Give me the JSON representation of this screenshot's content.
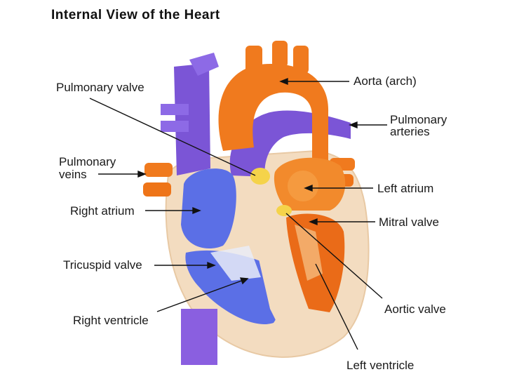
{
  "title": "Internal View of the Heart",
  "labels": {
    "pulmonary_valve": "Pulmonary valve",
    "aorta_arch": "Aorta (arch)",
    "pulmonary_arteries_1": "Pulmonary",
    "pulmonary_arteries_2": "arteries",
    "pulmonary_veins_1": "Pulmonary",
    "pulmonary_veins_2": "veins",
    "left_atrium": "Left atrium",
    "right_atrium": "Right atrium",
    "mitral_valve": "Mitral valve",
    "tricuspid_valve": "Tricuspid valve",
    "aortic_valve": "Aortic valve",
    "right_ventricle": "Right ventricle",
    "left_ventricle": "Left ventricle"
  },
  "colors": {
    "deoxygenated": "#7b55d6",
    "chamber_right": "#5b6fe6",
    "oxygenated": "#f07a1e",
    "myocardium": "#f3dcc0",
    "valve": "#f5d34a"
  }
}
